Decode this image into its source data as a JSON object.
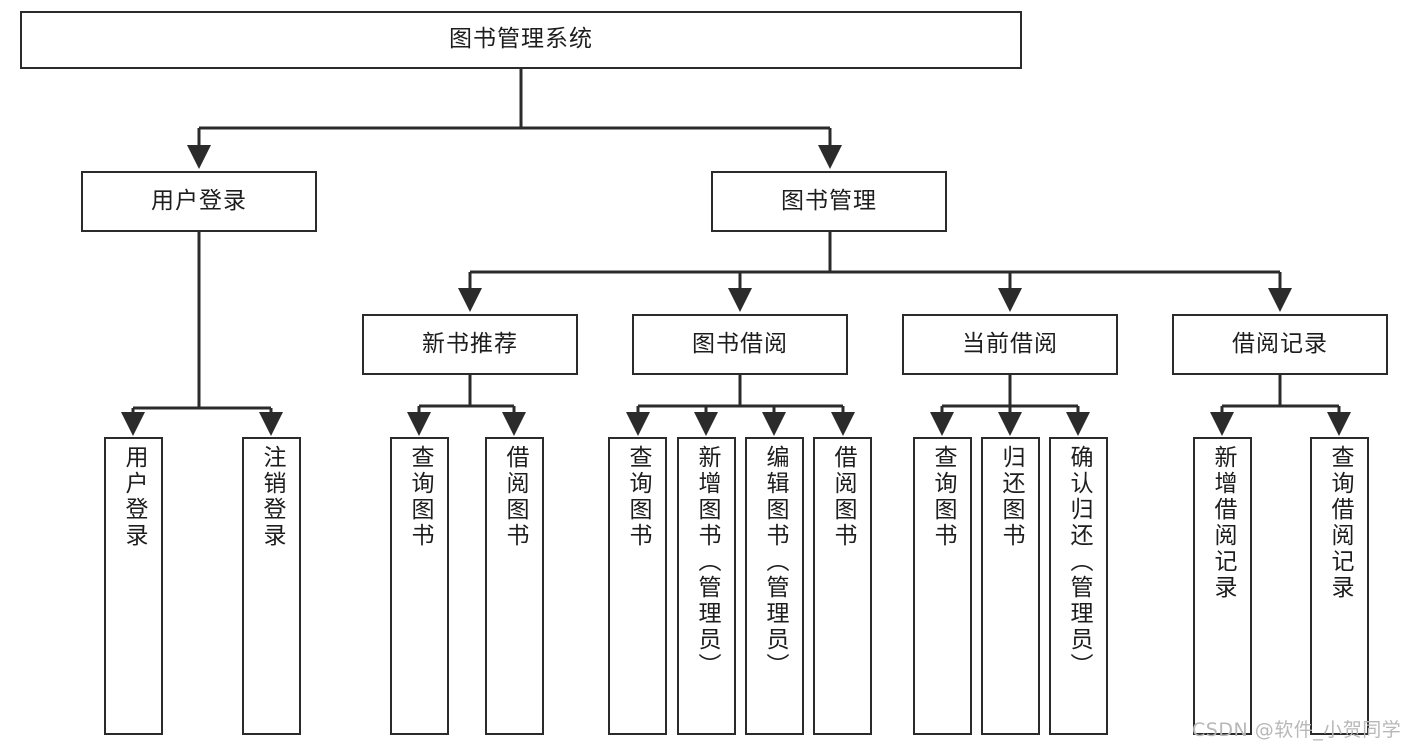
{
  "diagram": {
    "title": "图书管理系统",
    "type": "hierarchy-tree",
    "colors": {
      "box_border": "#2b2b2b",
      "box_fill": "#ffffff",
      "connector": "#2b2b2b",
      "text": "#1d1d1d",
      "watermark": "#b8b8b8"
    },
    "levels": {
      "root": {
        "label": "图书管理系统"
      },
      "level2": [
        {
          "label": "用户登录"
        },
        {
          "label": "图书管理"
        }
      ],
      "level3": [
        {
          "label": "新书推荐"
        },
        {
          "label": "图书借阅"
        },
        {
          "label": "当前借阅"
        },
        {
          "label": "借阅记录"
        }
      ],
      "leaves": {
        "user_login": [
          {
            "label": "用户登录"
          },
          {
            "label": "注销登录"
          }
        ],
        "new_book_recommend": [
          {
            "label": "查询图书"
          },
          {
            "label": "借阅图书"
          }
        ],
        "book_borrow": [
          {
            "label": "查询图书"
          },
          {
            "label": "新增图书（管理员）"
          },
          {
            "label": "编辑图书（管理员）"
          },
          {
            "label": "借阅图书"
          }
        ],
        "current_borrow": [
          {
            "label": "查询图书"
          },
          {
            "label": "归还图书"
          },
          {
            "label": "确认归还（管理员）"
          }
        ],
        "borrow_record": [
          {
            "label": "新增借阅记录"
          },
          {
            "label": "查询借阅记录"
          }
        ]
      }
    },
    "watermark": "CSDN @软件_小贺同学"
  }
}
